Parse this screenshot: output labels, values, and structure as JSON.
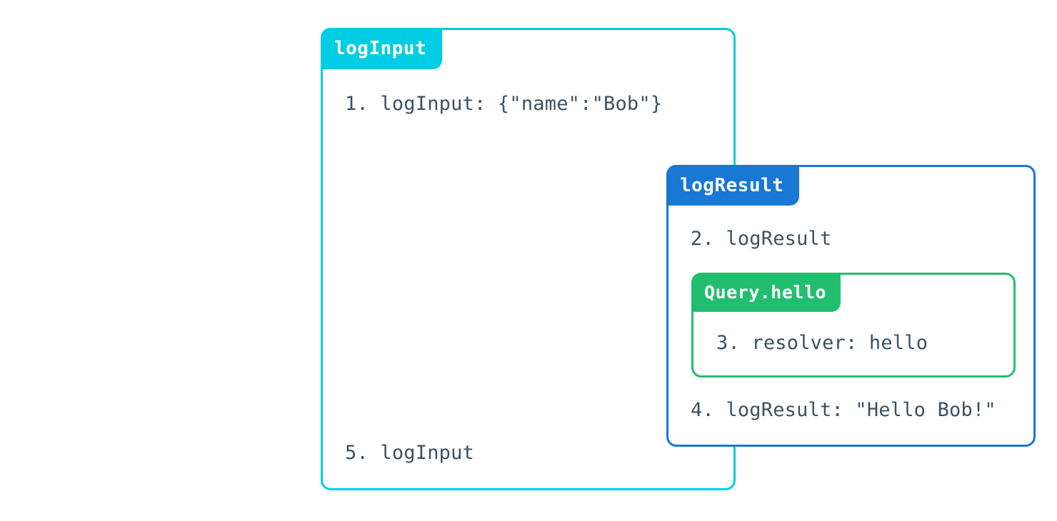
{
  "diagram": {
    "background": "#ffffff",
    "text_color": "#3c5160",
    "outer": {
      "label": "logInput",
      "color": "#00cde3",
      "lines": {
        "first": "1. logInput: {\"name\":\"Bob\"}",
        "last": "5. logInput"
      },
      "middle": {
        "label": "logResult",
        "color": "#1878d4",
        "lines": {
          "first": "2. logResult",
          "last": "4. logResult: \"Hello Bob!\""
        },
        "inner": {
          "label": "Query.hello",
          "color": "#22be70",
          "lines": {
            "first": "3. resolver: hello"
          }
        }
      }
    }
  }
}
